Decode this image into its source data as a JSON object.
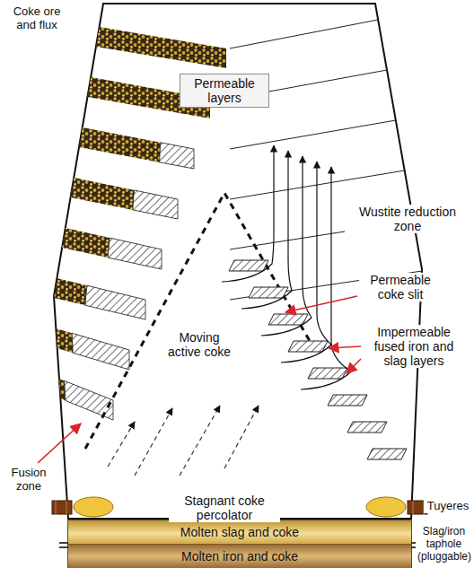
{
  "diagram": {
    "nodes": [
      {
        "text": [
          "Permeable layers"
        ]
      },
      {
        "text": [
          "Molten slag and coke"
        ]
      },
      {
        "text": [
          "Molten iron and coke"
        ]
      }
    ],
    "labels": [
      "Coke ore and flux",
      "Wustite reduction zone",
      "Permeable coke slit",
      "Impermeable fused iron and slag layers",
      "Moving active coke",
      "Fusion zone",
      "Stagnant coke percolator",
      "Tuyeres",
      "Slag/iron taphole (pluggable)"
    ]
  }
}
